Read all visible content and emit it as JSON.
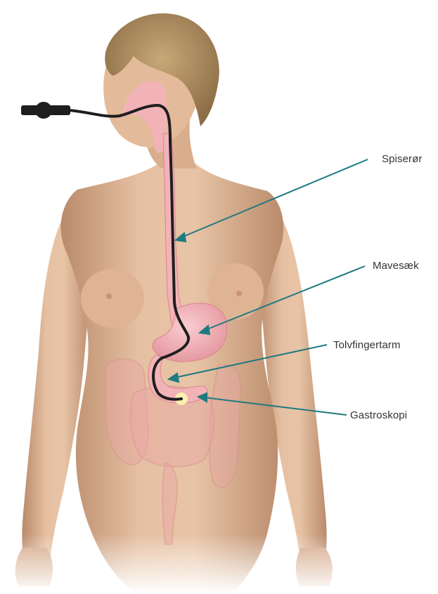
{
  "colors": {
    "skin": "#e2b99a",
    "skin_shadow": "#b78767",
    "hair": "#b09062",
    "organ_pink": "#f2b3b8",
    "scope": "#1e1e1e",
    "pointer": "#1f7a80",
    "text": "#333333"
  },
  "labels": {
    "esophagus": "Spiserør",
    "stomach": "Mavesæk",
    "duodenum": "Tolvfingertarm",
    "gastroscopy": "Gastroskopi"
  }
}
